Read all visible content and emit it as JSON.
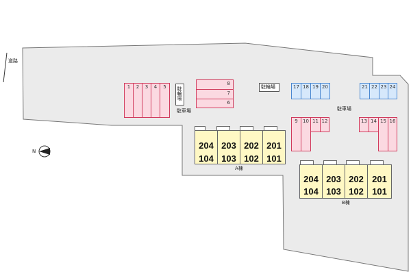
{
  "labels": {
    "road": "道路",
    "parking_left": "駐車場",
    "parking_right": "駐車場",
    "bike_left": "駐輪場",
    "bike_top": "駐輪場",
    "building_a": "A棟",
    "building_b": "B棟",
    "north": "N"
  },
  "parking_groups": [
    {
      "color": "pink",
      "spaces": [
        "1",
        "2",
        "3",
        "4",
        "5"
      ]
    },
    {
      "color": "pink",
      "spaces": [
        "8",
        "7",
        "6"
      ]
    },
    {
      "color": "blue",
      "spaces": [
        "17",
        "18",
        "19",
        "20"
      ]
    },
    {
      "color": "blue",
      "spaces": [
        "21",
        "22",
        "23",
        "24"
      ]
    },
    {
      "color": "pink",
      "spaces": [
        "9",
        "10",
        "11",
        "12"
      ]
    },
    {
      "color": "pink",
      "spaces": [
        "13",
        "14",
        "15",
        "16"
      ]
    }
  ],
  "buildings": [
    {
      "name": "A棟",
      "upper": [
        "204",
        "203",
        "202",
        "201"
      ],
      "lower": [
        "104",
        "103",
        "102",
        "101"
      ]
    },
    {
      "name": "B棟",
      "upper": [
        "204",
        "203",
        "202",
        "201"
      ],
      "lower": [
        "104",
        "103",
        "102",
        "101"
      ]
    }
  ],
  "colors": {
    "pink_fill": "#fbd9e1",
    "pink_border": "#d03a5c",
    "blue_fill": "#d6e8fb",
    "blue_border": "#4a87d0",
    "unit_fill": "#fff8c4",
    "lot_fill": "#ebebeb"
  }
}
